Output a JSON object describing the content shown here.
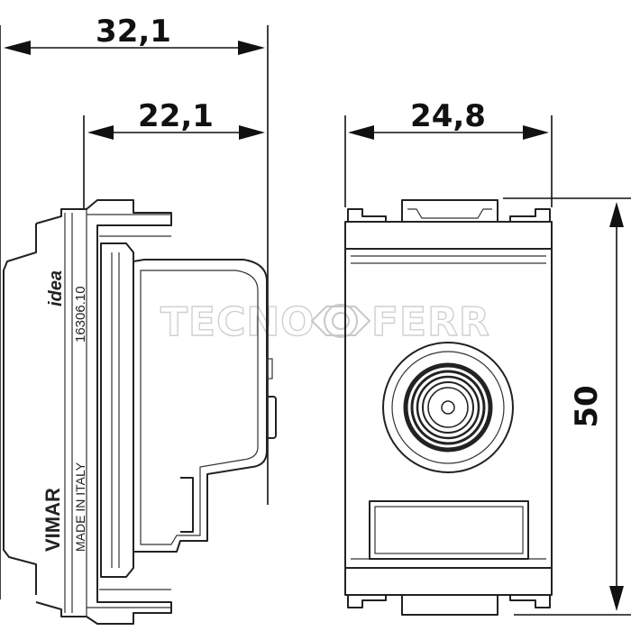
{
  "dimensions": {
    "overall_depth": "32,1",
    "body_depth": "22,1",
    "width": "24,8",
    "height": "50"
  },
  "side_view": {
    "brand": "VIMAR",
    "origin": "MADE IN ITALY",
    "series": "idea",
    "code": "16306.10"
  },
  "watermark": {
    "text_left": "TECNO",
    "text_right": "FERR"
  }
}
